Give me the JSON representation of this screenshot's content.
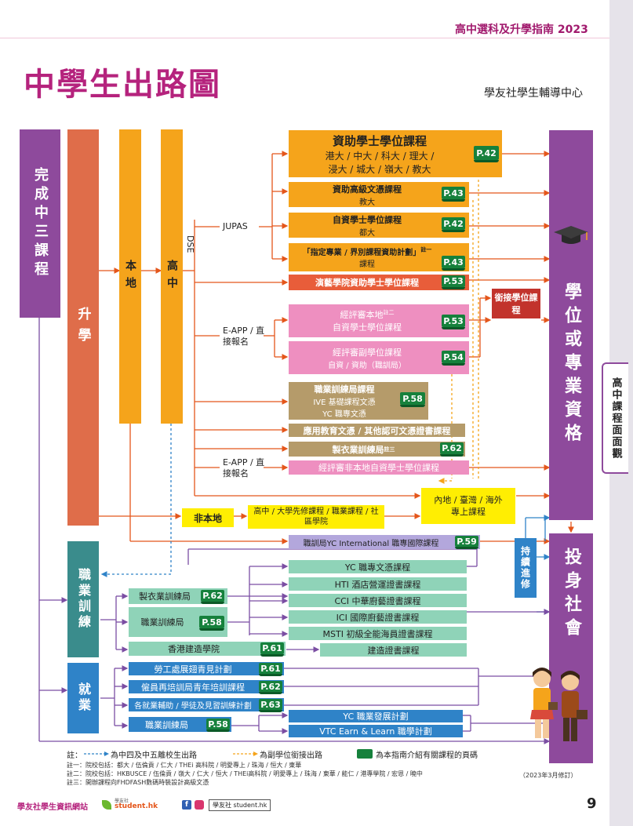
{
  "header": {
    "guide_title": "高中選科及升學指南 2023"
  },
  "title": {
    "main": "中學生出路圖",
    "org": "學友社學生輔導中心"
  },
  "left": {
    "complete_s3": "完成中三課程",
    "promote": "升學",
    "local": "本地",
    "s4": "高中",
    "dse": "DSE",
    "non_local": "非本地",
    "vocational": "職業訓練",
    "employment": "就業"
  },
  "labels": {
    "jupas": "JUPAS",
    "eapp1": "E-APP / 直接報名",
    "eapp2": "E-APP / 直接報名"
  },
  "programs": {
    "p1_title": "資助學士學位課程",
    "p1_line1": "港大 / 中大 / 科大 / 理大 /",
    "p1_line2": "浸大 / 城大 / 嶺大 / 教大",
    "p1_page": "P.42",
    "p2_title": "資助高級文憑課程",
    "p2_sub": "教大",
    "p2_page": "P.43",
    "p3_title": "自資學士學位課程",
    "p3_sub": "都大",
    "p3_page": "P.42",
    "p4_title": "「指定專業 / 界別課程資助計劃」",
    "p4_note": "註一",
    "p4_sub": "課程",
    "p4_page": "P.43",
    "p5_title": "演藝學院資助學士學位課程",
    "p5_page": "P.53",
    "p6_title": "經評審本地",
    "p6_note": "註二",
    "p6_sub": "自資學士學位課程",
    "p6_page": "P.53",
    "p7_title": "經評審副學位課程",
    "p7_sub": "自資 / 資助（職訓局）",
    "p7_page": "P.54",
    "p8_title": "職業訓練局課程",
    "p8_line1": "IVE 基礎課程文憑",
    "p8_line2": "YC 職專文憑",
    "p8_page": "P.58",
    "p9_title": "應用教育文憑 / 其他認可文憑證書課程",
    "p10_title": "製衣業訓練局",
    "p10_note": "註三",
    "p10_page": "P.62",
    "p11_title": "經評審非本地自資學士學位課程",
    "bridge": "銜接學位課程",
    "nonlocal_course": "高中 / 大學先修課程 / 職業課程 / 社區學院",
    "overseas": "內地 / 臺灣 / 海外 專上課程",
    "yc_intl": "職訓局YC International 職專國際課程",
    "yc_intl_page": "P.59"
  },
  "right": {
    "degree": "學位或專業資格",
    "degree_small": "或",
    "continue": "持續進修",
    "work": "投身社會"
  },
  "side_tab": "高中課程面面觀",
  "vocational": {
    "clothing": "製衣業訓練局",
    "clothing_page": "P.62",
    "vtc": "職業訓練局",
    "vtc_page": "P.58",
    "cic": "香港建造學院",
    "cic_page": "P.61",
    "yc_diploma": "YC 職專文憑課程",
    "hti": "HTI 酒店營運證書課程",
    "cci": "CCI 中華廚藝證書課程",
    "ici": "ICI 國際廚藝證書課程",
    "msti": "MSTI 初級全能海員證書課程",
    "construction": "建造證書課程"
  },
  "employment": {
    "e1": "勞工處展翅青見計劃",
    "e1_page": "P.61",
    "e2": "僱員再培訓局青年培訓課程",
    "e2_page": "P.62",
    "e3": "各就業輔助 / 學徒及見習訓練計劃",
    "e3_page": "P.63",
    "e4": "職業訓練局",
    "e4_page": "P.58",
    "yc_dev": "YC 職業發展計劃",
    "vtc_earn": "VTC Earn & Learn 職學計劃"
  },
  "legend": {
    "label": "註：",
    "blue": "為中四及中五離校生出路",
    "yellow": "為副學位銜接出路",
    "book": "為本指南介紹有關課程的頁碼"
  },
  "notes": {
    "n1": "註一：院校包括：都大 / 伍倫貢 / 仁大 / THEi 高科院 / 明愛專上 / 珠海 / 恒大 / 東華",
    "n2": "註二：院校包括：HKBUSCE / 伍倫貢 / 嶺大 / 仁大 / 恒大 / THEi高科院 / 明愛專上 / 珠海 / 東華 / 能仁 / 港專學院 / 宏恩 / 曉中",
    "n3": "註三：開辦課程向FHDFASH數碼時裝設計高級文憑",
    "revised": "（2023年3月修訂）"
  },
  "footer": {
    "site": "學友社學生資訊網站",
    "logo": "student.hk",
    "logo_top": "學友社",
    "social": "學友社 student.hk",
    "page_num": "9"
  },
  "colors": {
    "title": "#b5237d",
    "orange": "#f5a41b",
    "purple": "#8e4a9c",
    "teal": "#3a8c8c",
    "blue": "#2f83c8",
    "green": "#16813c",
    "line_orange": "#e4561b",
    "line_purple": "#7b4ea3"
  }
}
